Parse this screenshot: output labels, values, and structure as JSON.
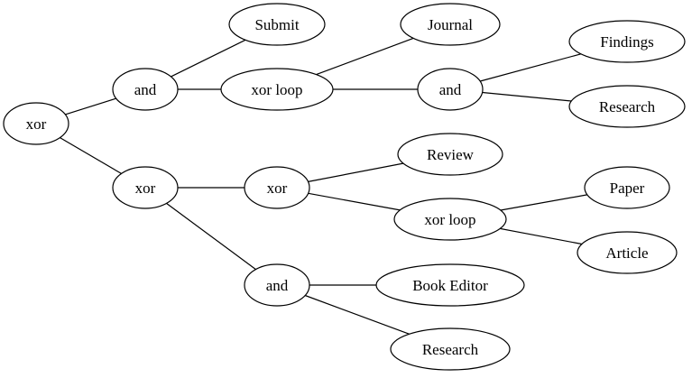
{
  "diagram": {
    "type": "process-tree",
    "colors": {
      "stroke": "#000000",
      "fill": "#ffffff",
      "text": "#000000"
    },
    "nodes": [
      {
        "id": "n1",
        "label": "xor"
      },
      {
        "id": "n2",
        "label": "and"
      },
      {
        "id": "n3",
        "label": "xor"
      },
      {
        "id": "n4",
        "label": "Submit"
      },
      {
        "id": "n5",
        "label": "xor loop"
      },
      {
        "id": "n6",
        "label": "Journal"
      },
      {
        "id": "n7",
        "label": "and"
      },
      {
        "id": "n8",
        "label": "Findings"
      },
      {
        "id": "n9",
        "label": "Research"
      },
      {
        "id": "n10",
        "label": "xor"
      },
      {
        "id": "n11",
        "label": "Review"
      },
      {
        "id": "n12",
        "label": "xor loop"
      },
      {
        "id": "n13",
        "label": "Paper"
      },
      {
        "id": "n14",
        "label": "Article"
      },
      {
        "id": "n15",
        "label": "and"
      },
      {
        "id": "n16",
        "label": "Book Editor"
      },
      {
        "id": "n17",
        "label": "Research"
      }
    ],
    "edges": [
      {
        "from": "n1",
        "to": "n2"
      },
      {
        "from": "n1",
        "to": "n3"
      },
      {
        "from": "n2",
        "to": "n4"
      },
      {
        "from": "n2",
        "to": "n5"
      },
      {
        "from": "n5",
        "to": "n6"
      },
      {
        "from": "n5",
        "to": "n7"
      },
      {
        "from": "n7",
        "to": "n8"
      },
      {
        "from": "n7",
        "to": "n9"
      },
      {
        "from": "n3",
        "to": "n10"
      },
      {
        "from": "n3",
        "to": "n15"
      },
      {
        "from": "n10",
        "to": "n11"
      },
      {
        "from": "n10",
        "to": "n12"
      },
      {
        "from": "n12",
        "to": "n13"
      },
      {
        "from": "n12",
        "to": "n14"
      },
      {
        "from": "n15",
        "to": "n16"
      },
      {
        "from": "n15",
        "to": "n17"
      }
    ]
  }
}
